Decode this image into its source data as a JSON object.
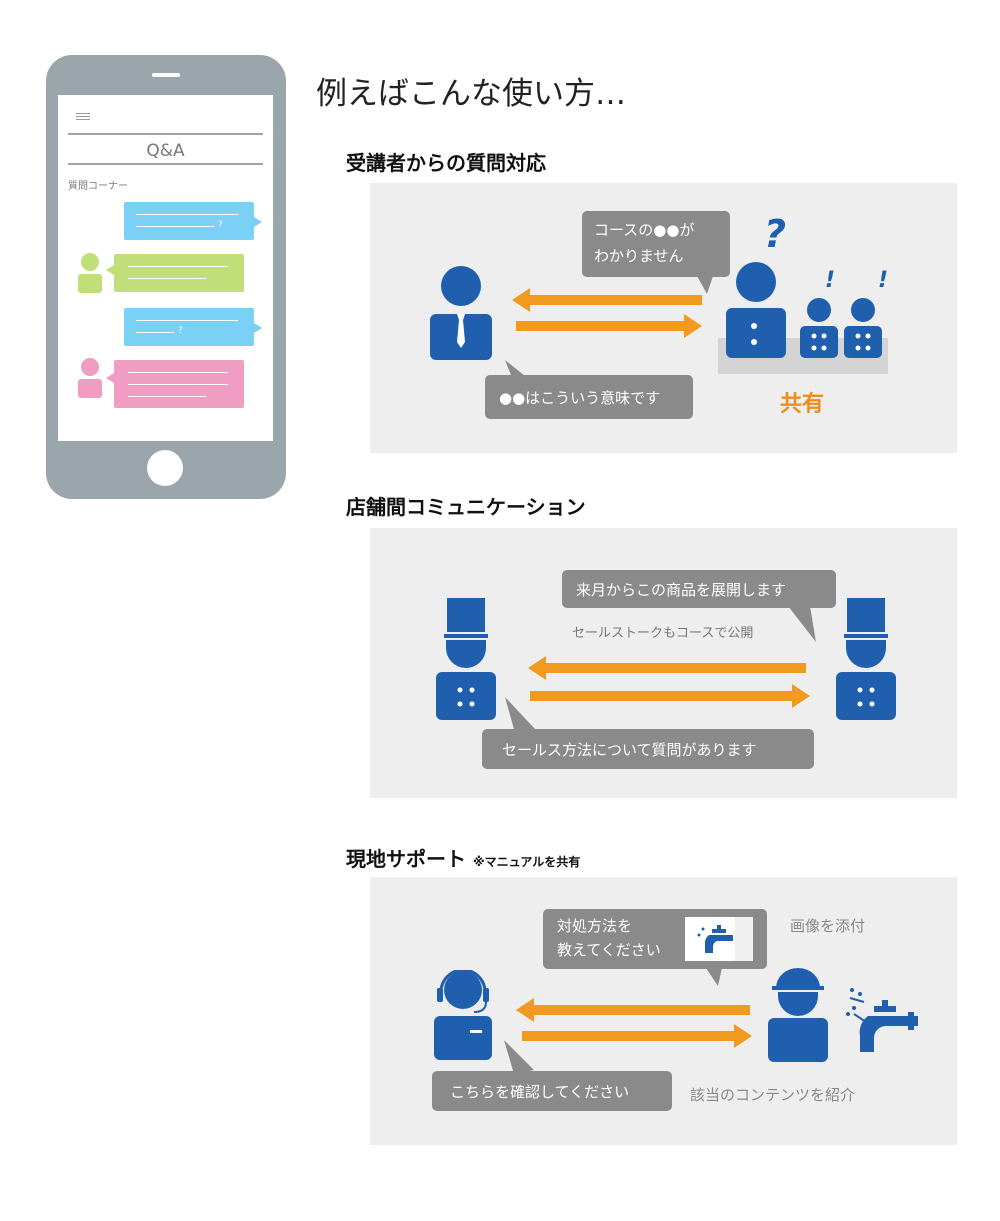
{
  "main_heading": "例えばこんな使い方…",
  "phone": {
    "title": "Q&A",
    "corner_label": "質問コーナー",
    "question_mark": "?"
  },
  "sections": [
    {
      "heading": "受講者からの質問対応",
      "bubble_top_line1": "コースの●●が",
      "bubble_top_line2": "わかりません",
      "bubble_bottom": "●●はこういう意味です",
      "shared_label": "共有",
      "question_symbol": "?",
      "exclaim_symbol": "!"
    },
    {
      "heading": "店舗間コミュニケーション",
      "bubble_top": "来月からこの商品を展開します",
      "sub_note": "セールストークもコースで公開",
      "bubble_bottom": "セールス方法について質問があります"
    },
    {
      "heading": "現地サポート",
      "heading_note": "※マニュアルを共有",
      "bubble_top_line1": "対処方法を",
      "bubble_top_line2": "教えてください",
      "attach_note": "画像を添付",
      "bubble_bottom": "こちらを確認してください",
      "content_note": "該当のコンテンツを紹介"
    }
  ],
  "colors": {
    "figure_blue": "#1f5fae",
    "arrow_orange": "#f29a1f",
    "panel_gray": "#eeeeee",
    "bubble_gray": "#8a8a8a",
    "phone_gray": "#9aa5ac",
    "chat_blue": "#7bd0f5",
    "chat_green": "#c1df79",
    "chat_pink": "#f19cc2"
  },
  "icons": [
    "hamburger-icon",
    "person-icon",
    "tie-icon",
    "chef-hat-icon",
    "headset-icon",
    "cap-icon",
    "faucet-icon",
    "arrow-left-icon",
    "arrow-right-icon"
  ]
}
